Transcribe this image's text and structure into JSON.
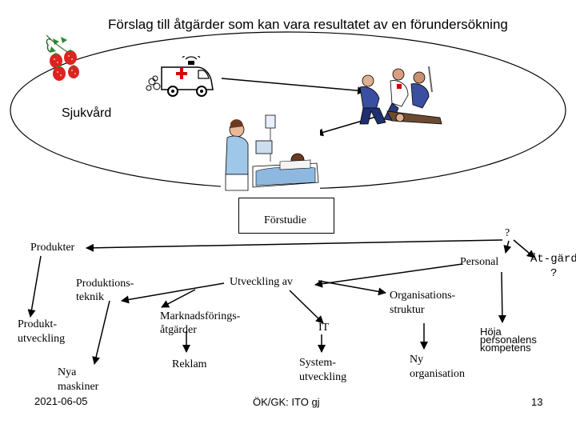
{
  "title": "Förslag till åtgärder som kan vara resultatet av en förundersökning",
  "ellipse_label": "Sjukvård",
  "nodes": {
    "forstudie": "Förstudie",
    "question1": "?",
    "produkter": "Produkter",
    "personal": "Personal",
    "atgard_line1": "Åt-gärd",
    "atgard_line2": "?",
    "produktionsteknik_line1": "Produktions-",
    "produktionsteknik_line2": "teknik",
    "utveckling_av": "Utveckling av",
    "organisationsstruktur_line1": "Organisations-",
    "organisationsstruktur_line2": "struktur",
    "produktutveckling_line1": "Produkt-",
    "produktutveckling_line2": "utveckling",
    "marknadsforingsatgarder_line1": "Marknadsförings-",
    "marknadsforingsatgarder_line2": "åtgärder",
    "it": "IT",
    "hoja_line1": "Höja",
    "hoja_line2": "personalens",
    "hoja_line3": "kompetens",
    "reklam": "Reklam",
    "systemutveckling_line1": "System-",
    "systemutveckling_line2": "utveckling",
    "ny_organisation_line1": "Ny",
    "ny_organisation_line2": "organisation",
    "nya_maskiner_line1": "Nya",
    "nya_maskiner_line2": "maskiner"
  },
  "footer": {
    "date": "2021-06-05",
    "center": "ÖK/GK: ITO gj",
    "page": "13"
  },
  "icons": [
    "strawberry-icon",
    "ambulance-icon",
    "rescue-team-icon",
    "nurse-patient-icon"
  ]
}
